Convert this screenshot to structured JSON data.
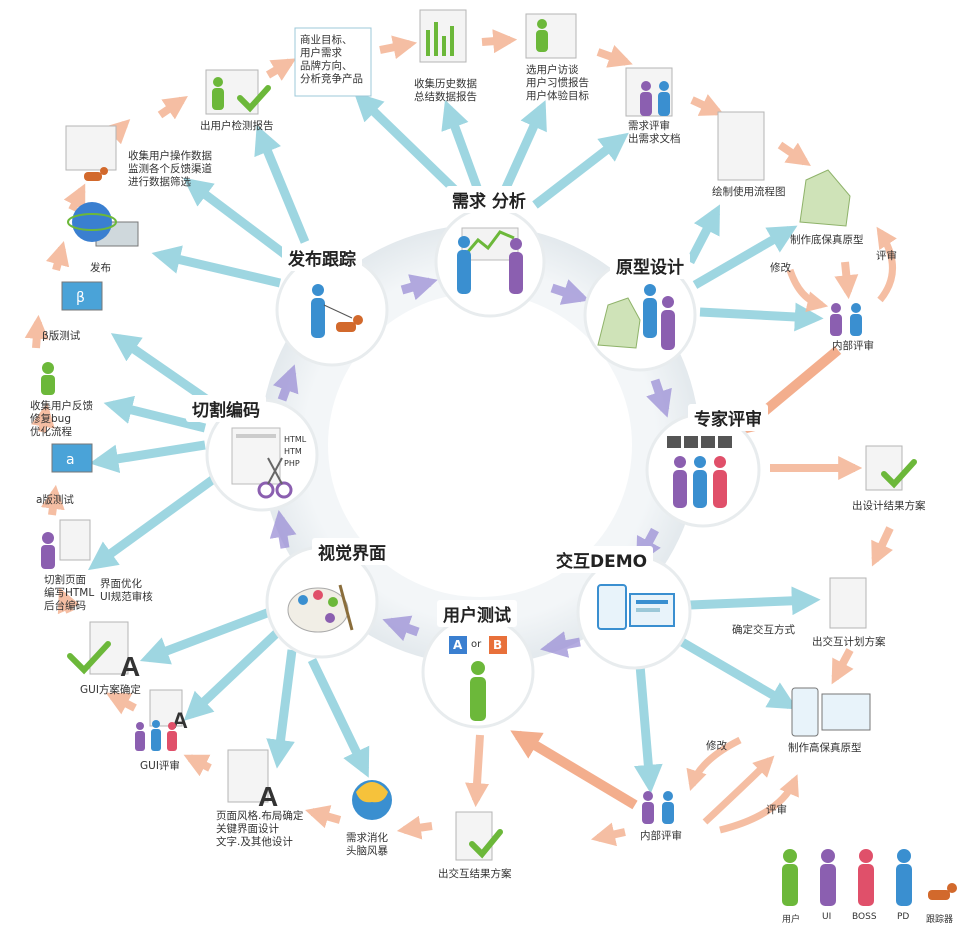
{
  "hubs": {
    "analysis": "需求 分析",
    "prototype": "原型设计",
    "expert": "专家评审",
    "demo": "交互DEMO",
    "usertest": "用户测试",
    "visual": "视觉界面",
    "coding": "切割编码",
    "release": "发布跟踪"
  },
  "hub_decor": {
    "coding_langs": [
      "HTML",
      "HTM",
      "PHP"
    ],
    "usertest_ab": [
      "A",
      "or",
      "B"
    ]
  },
  "steps": {
    "business_goals": [
      "商业目标、",
      "用户需求",
      "品牌方向、",
      "分析竞争产品"
    ],
    "history_data": [
      "收集历史数据",
      "总结数据报告"
    ],
    "user_interview": [
      "选用户访谈",
      "用户习惯报告",
      "用户体验目标"
    ],
    "requirement_review": [
      "需求评审",
      "出需求文档"
    ],
    "flowchart": "绘制使用流程图",
    "lowfi": "制作底保真原型",
    "internal_review_top": "内部评审",
    "design_result": "出设计结果方案",
    "interaction_plan": "出交互计划方案",
    "hifi": "制作高保真原型",
    "internal_review_bottom": "内部评审",
    "test_result": "出交互结果方案",
    "brainstorm": [
      "需求消化",
      "头脑风暴"
    ],
    "page_style": [
      "页面风格.布局确定",
      "关键界面设计",
      "文字.及其他设计"
    ],
    "gui_review": "GUI评审",
    "gui_confirm": "GUI方案确定",
    "cut_page": [
      "切割页面",
      "编写HTML",
      "后台编码"
    ],
    "ui_optimize": [
      "界面优化",
      "UI规范审核"
    ],
    "alpha_test": "a版测试",
    "feedback": [
      "收集用户反馈",
      "修复bug",
      "优化流程"
    ],
    "beta_test": "β版测试",
    "publish": "发布",
    "collect_ops": [
      "收集用户操作数据",
      "监测各个反馈渠道",
      "进行数据筛选"
    ],
    "detection_report": "出用户检测报告"
  },
  "arrow_labels": {
    "confirm_interaction": "确定交互方式",
    "modify_top": "修改",
    "review_top": "评审",
    "modify_bottom": "修改",
    "review_bottom": "评审"
  },
  "legend": [
    {
      "label": "用户",
      "color": "#6cb83a"
    },
    {
      "label": "UI",
      "color": "#8b5fb0"
    },
    {
      "label": "BOSS",
      "color": "#e0506a"
    },
    {
      "label": "PD",
      "color": "#3a8fd0"
    },
    {
      "label": "跟踪器",
      "color": "#d2692c"
    }
  ],
  "colors": {
    "ring": "#e9eef1",
    "hub_fill": "#ffffff",
    "inward_arrow": "#8ecfdc",
    "outer_arrow": "#f4b89a",
    "flow_arrow": "#9b8fd6",
    "feedback_arrow": "#f2a07a"
  }
}
